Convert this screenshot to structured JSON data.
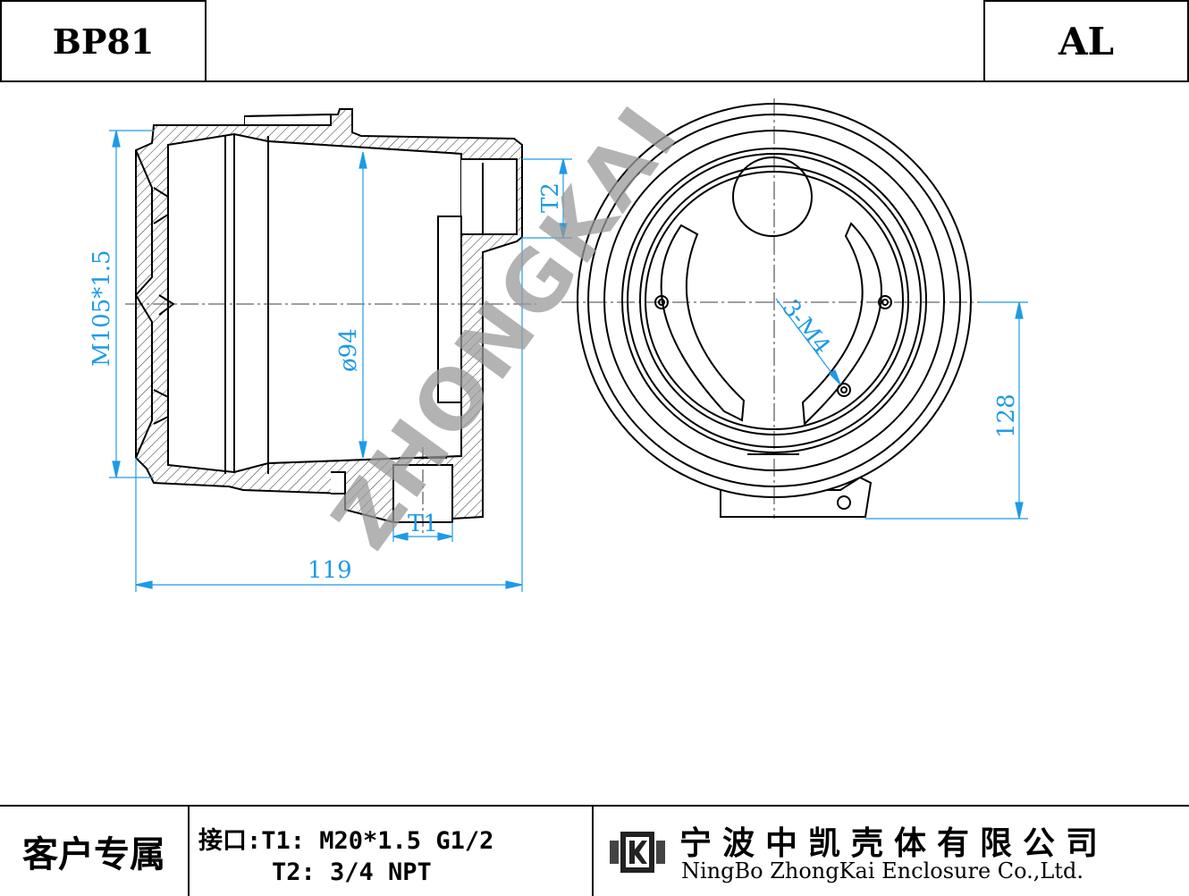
{
  "header": {
    "model": "BP81",
    "material": "AL"
  },
  "drawing": {
    "dim_thread": "M105*1.5",
    "dim_bore": "ø94",
    "dim_t2": "T2",
    "dim_t1": "T1",
    "dim_length": "119",
    "dim_height": "128",
    "dim_screws": "3-M4",
    "watermark": "ZHONGKAI",
    "accent_color": "#1e9be6"
  },
  "footer": {
    "customer_label": "客户专属",
    "ports_line1": "接口:T1: M20*1.5 G1/2",
    "ports_line2": "T2: 3/4 NPT",
    "company_cn": "宁波中凯壳体有限公司",
    "company_en": "NingBo ZhongKai Enclosure Co.,Ltd.",
    "logo_icon": "zhongkai-logo-icon"
  }
}
